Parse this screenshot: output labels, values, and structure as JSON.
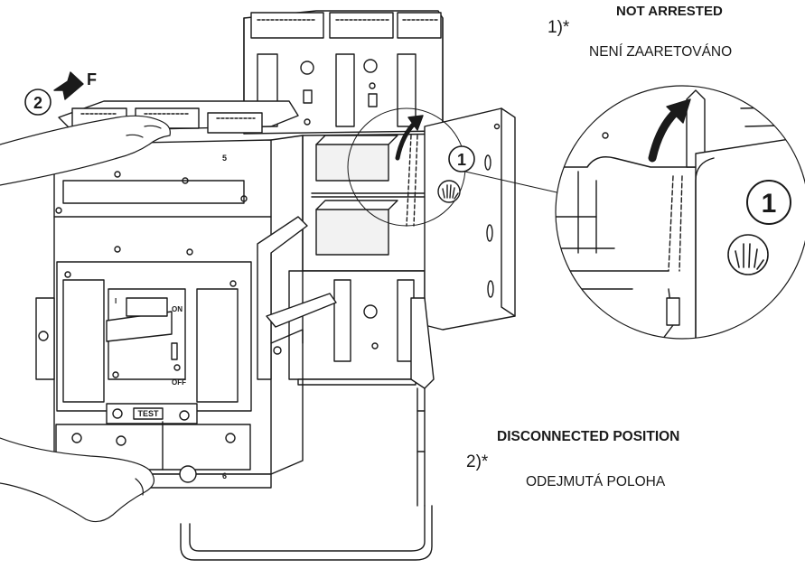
{
  "annotations": {
    "note1": {
      "marker": "1)*",
      "title_en": "NOT ARRESTED",
      "title_cz": "NENÍ ZAARETOVÁNO"
    },
    "note2": {
      "marker": "2)*",
      "title_en": "DISCONNECTED POSITION",
      "title_cz": "ODEJMUTÁ POLOHA"
    }
  },
  "callouts": {
    "step2_number": "2",
    "force_label": "F",
    "step1_number": "1",
    "step1_detail_number": "1"
  },
  "breaker": {
    "on_label": "ON",
    "off_label": "OFF",
    "test_button_label": "TEST",
    "switch_mark": "I",
    "pole_top_number": "5",
    "pole_bottom_number": "6"
  },
  "colors": {
    "line": "#1a1a1a",
    "fill": "#ffffff",
    "shade": "#e6e6e6"
  }
}
